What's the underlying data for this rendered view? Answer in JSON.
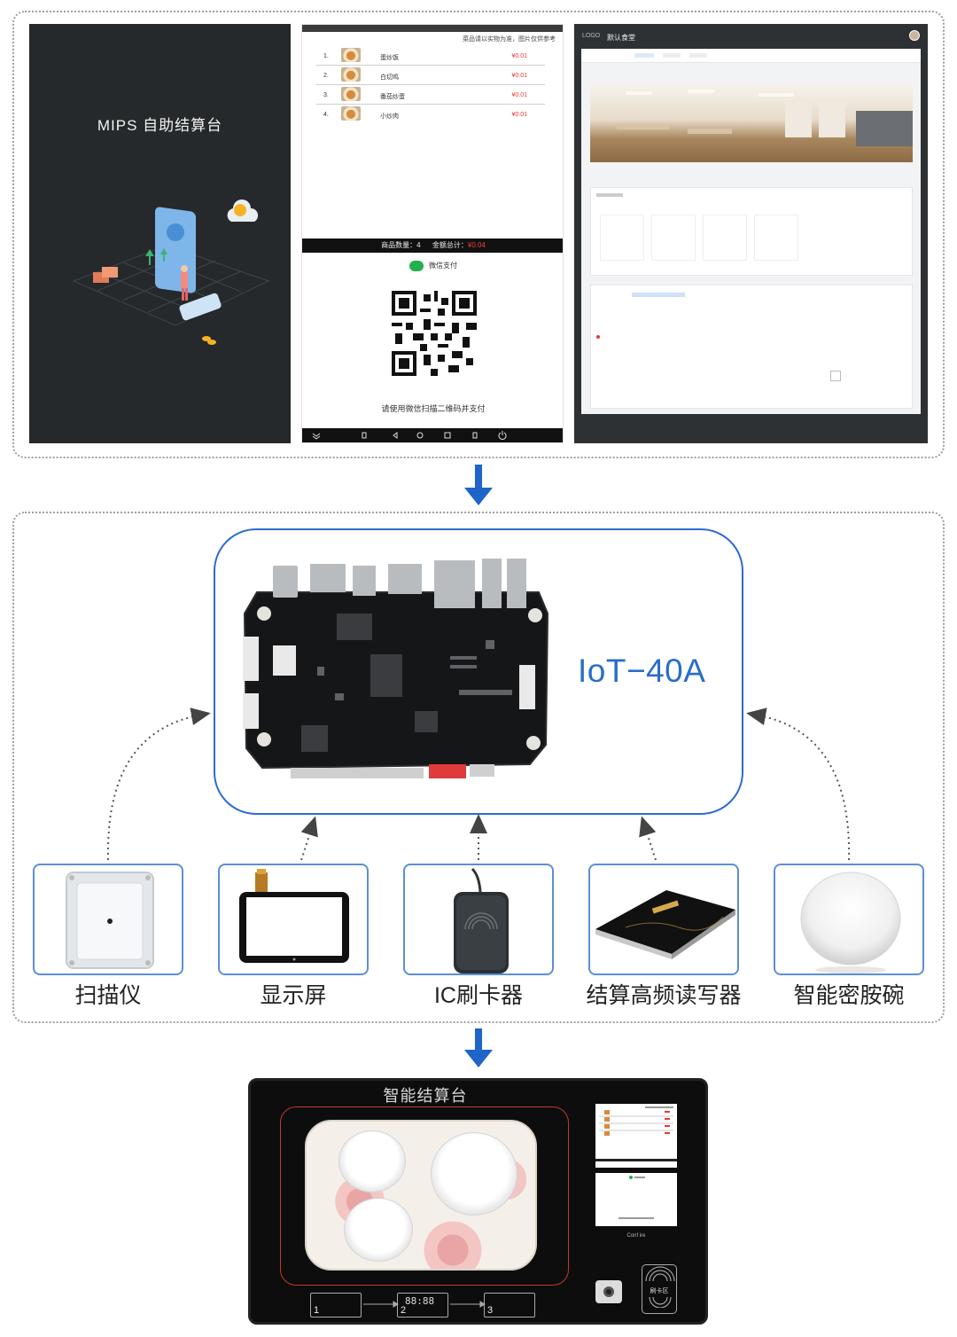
{
  "top_panels": {
    "kiosk": {
      "title": "MIPS 自助结算台"
    },
    "checkout": {
      "notice": "菜品请以实物为准，图片仅供参考",
      "items": [
        {
          "index": "1.",
          "name": "蛋炒饭",
          "price": "¥0.01"
        },
        {
          "index": "2.",
          "name": "白切鸡",
          "price": "¥0.01"
        },
        {
          "index": "3.",
          "name": "番茄炒蛋",
          "price": "¥0.01"
        },
        {
          "index": "4.",
          "name": "小炒肉",
          "price": "¥0.01"
        }
      ],
      "summary_count_label": "商品数量：",
      "summary_count": "4",
      "summary_total_label": "金额总计：",
      "summary_total": "¥0.04",
      "pay_method": "微信支付",
      "scan_hint": "请使用微信扫描二维码并支付"
    },
    "admin": {
      "logo": "LOGO",
      "store_name": "默认食堂"
    }
  },
  "board": {
    "name": "IoT−40A"
  },
  "peripherals": [
    {
      "label": "扫描仪",
      "icon": "scanner-icon"
    },
    {
      "label": "显示屏",
      "icon": "display-icon"
    },
    {
      "label": "IC刷卡器",
      "icon": "card-reader-icon"
    },
    {
      "label": "结算高频读写器",
      "icon": "rfid-reader-icon"
    },
    {
      "label": "智能密胺碗",
      "icon": "bowl-icon"
    }
  ],
  "terminal": {
    "title": "智能结算台",
    "brand": "Conf ire",
    "card_zone": "刷卡区",
    "counter": "88:88",
    "steps": [
      "1",
      "2",
      "3"
    ]
  },
  "colors": {
    "accent_blue": "#2a6dc9",
    "arrow_blue": "#1f64c8",
    "price_red": "#e53935",
    "wechat_green": "#22b14c",
    "kiosk_bg": "#25292b"
  }
}
